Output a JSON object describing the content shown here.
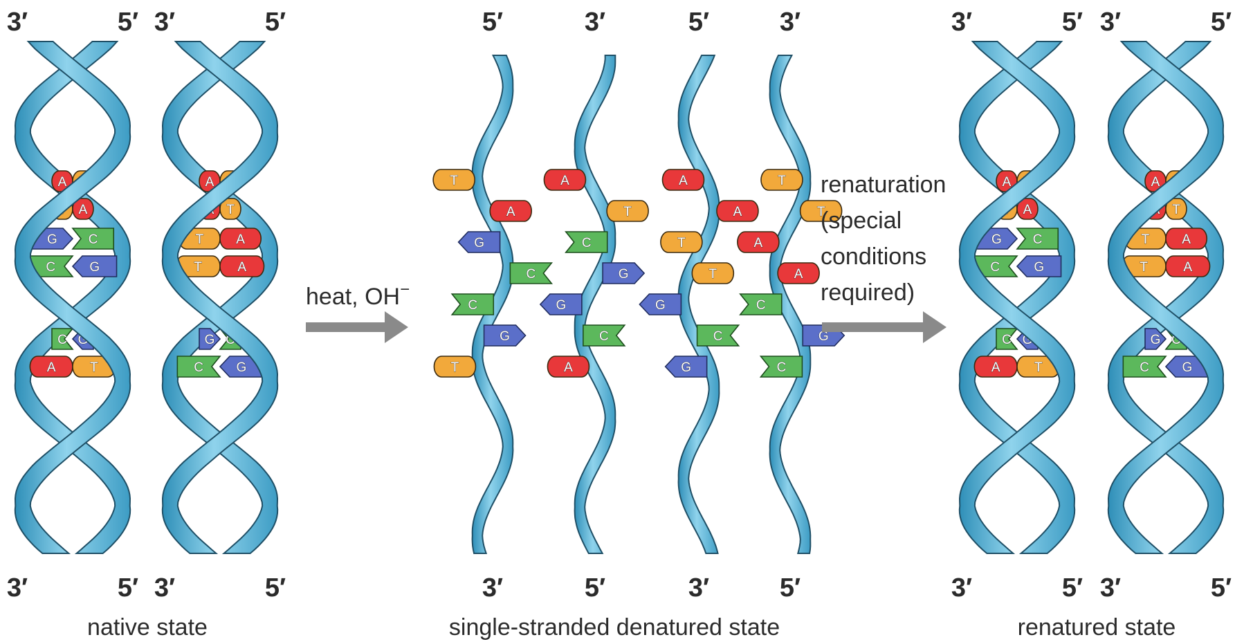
{
  "end_labels": {
    "three_prime": "3′",
    "five_prime": "5′"
  },
  "captions": {
    "native": "native state",
    "denatured": "single-stranded denatured state",
    "renatured": "renatured state"
  },
  "arrows": {
    "denature": {
      "label_main": "heat, OH",
      "label_sup": "−"
    },
    "renature": {
      "lines": [
        "renaturation",
        "(special",
        "conditions",
        "required)"
      ]
    }
  },
  "colors": {
    "strand": "#4aa8cc",
    "strand_light": "#8fd0ea",
    "strand_edge": "#1f4f66",
    "arrow": "#8a8a8a",
    "A": "#e8383a",
    "T": "#f2a93b",
    "G": "#5b6fc9",
    "C": "#5cb85c"
  },
  "helices": {
    "native_1": {
      "top_ends": [
        "3′",
        "5′"
      ],
      "bottom_ends": [
        "3′",
        "5′"
      ],
      "pairs": [
        [
          "A",
          "T"
        ],
        [
          "T",
          "A"
        ],
        [
          "G",
          "C"
        ],
        [
          "C",
          "G"
        ],
        [
          "C",
          "G"
        ],
        [
          "A",
          "T"
        ]
      ]
    },
    "native_2": {
      "top_ends": [
        "3′",
        "5′"
      ],
      "bottom_ends": [
        "3′",
        "5′"
      ],
      "pairs": [
        [
          "A",
          "T"
        ],
        [
          "A",
          "T"
        ],
        [
          "T",
          "A"
        ],
        [
          "T",
          "A"
        ],
        [
          "G",
          "C"
        ],
        [
          "C",
          "G"
        ]
      ]
    },
    "renatured_1": {
      "top_ends": [
        "3′",
        "5′"
      ],
      "bottom_ends": [
        "3′",
        "5′"
      ],
      "pairs": [
        [
          "A",
          "T"
        ],
        [
          "T",
          "A"
        ],
        [
          "G",
          "C"
        ],
        [
          "C",
          "G"
        ],
        [
          "C",
          "G"
        ],
        [
          "A",
          "T"
        ]
      ]
    },
    "renatured_2": {
      "top_ends": [
        "3′",
        "5′"
      ],
      "bottom_ends": [
        "3′",
        "5′"
      ],
      "pairs": [
        [
          "A",
          "T"
        ],
        [
          "A",
          "T"
        ],
        [
          "T",
          "A"
        ],
        [
          "T",
          "A"
        ],
        [
          "G",
          "C"
        ],
        [
          "C",
          "G"
        ]
      ]
    }
  },
  "single_strands": [
    {
      "top_end": "5′",
      "bottom_end": "3′",
      "bases": [
        "T",
        "A",
        "G",
        "C",
        "C",
        "G",
        "T"
      ]
    },
    {
      "top_end": "3′",
      "bottom_end": "5′",
      "bases": [
        "A",
        "T",
        "C",
        "G",
        "G",
        "C",
        "A"
      ]
    },
    {
      "top_end": "5′",
      "bottom_end": "3′",
      "bases": [
        "A",
        "A",
        "T",
        "T",
        "G",
        "C",
        "G"
      ]
    },
    {
      "top_end": "3′",
      "bottom_end": "5′",
      "bases": [
        "T",
        "T",
        "A",
        "A",
        "C",
        "G",
        "C"
      ]
    }
  ]
}
